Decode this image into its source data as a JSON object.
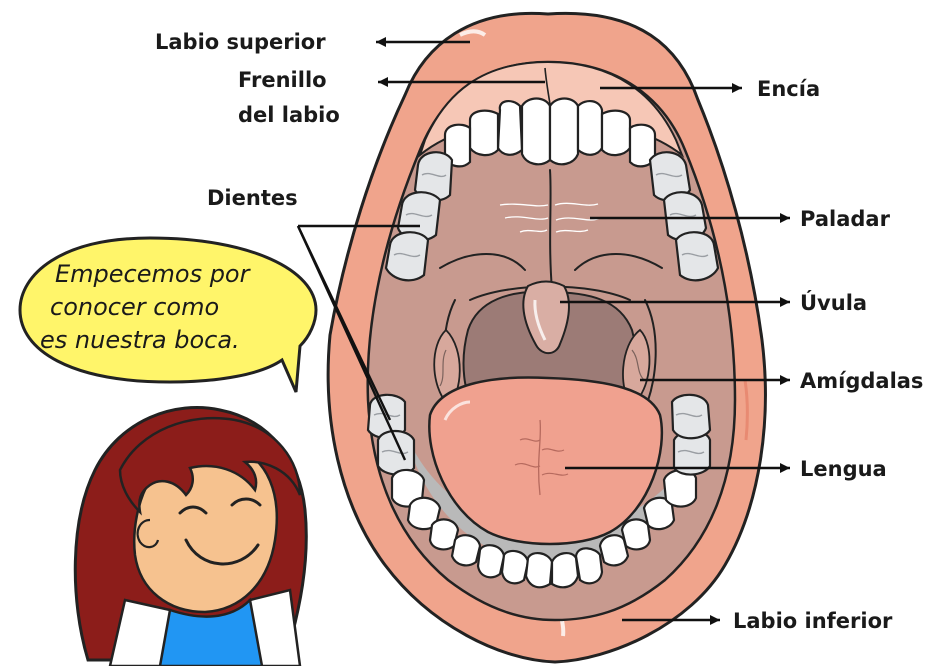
{
  "labels": {
    "labio_superior": "Labio superior",
    "frenillo_line1": "Frenillo",
    "frenillo_line2": "del labio",
    "encia": "Encía",
    "dientes": "Dientes",
    "paladar": "Paladar",
    "uvula": "Úvula",
    "amigdalas": "Amígdalas",
    "lengua": "Lengua",
    "labio_inferior": "Labio inferior"
  },
  "bubble": {
    "line1": "Empecemos por",
    "line2": "conocer como",
    "line3": "es nuestra boca."
  },
  "colors": {
    "lip": "#f0a48c",
    "gum": "#f6c7b6",
    "palate": "#c89a8f",
    "throat": "#9c7b76",
    "tongue": "#f0a18f",
    "bubble": "#fff56a",
    "hair": "#8c1d1a",
    "skin": "#f6c28f",
    "shirt": "#2196f3"
  },
  "icons": [
    "mouth-illustration",
    "girl-character-icon",
    "speech-bubble"
  ]
}
